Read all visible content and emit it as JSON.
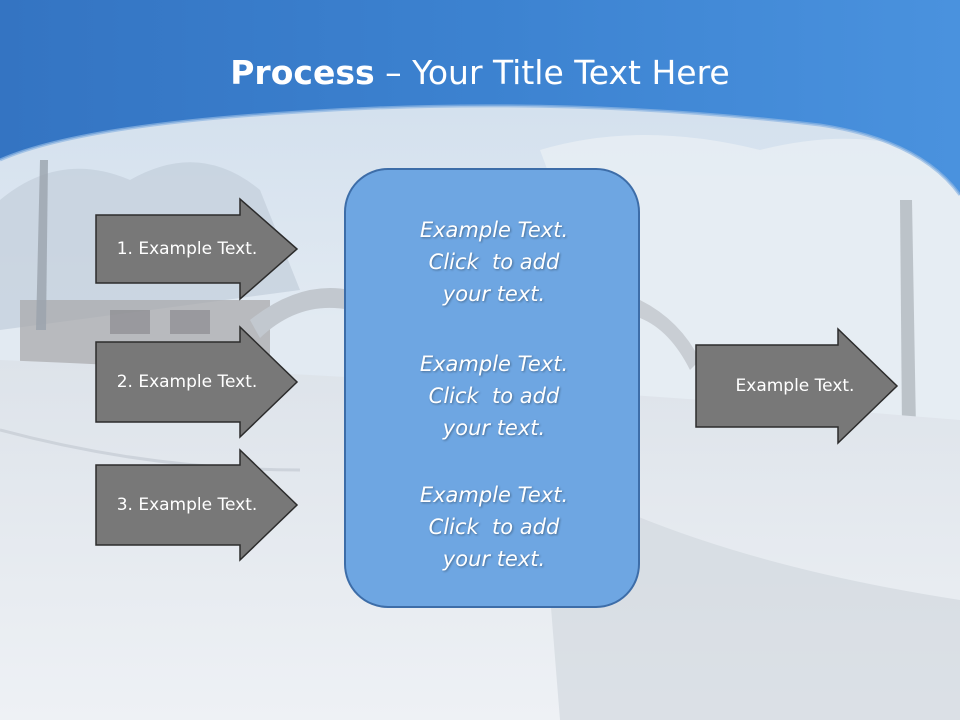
{
  "slide": {
    "title_bold": "Process",
    "title_rest": " – Your Title Text Here",
    "left_arrows": [
      {
        "label": "1. Example Text."
      },
      {
        "label": "2. Example Text."
      },
      {
        "label": "3. Example Text."
      }
    ],
    "right_arrow": {
      "label": "Example Text."
    },
    "center_blocks": [
      {
        "line1": "Example Text.",
        "line2": "Click  to add",
        "line3": "your text."
      },
      {
        "line1": "Example Text.",
        "line2": "Click  to add",
        "line3": "your text."
      },
      {
        "line1": "Example Text.",
        "line2": "Click  to add",
        "line3": "your text."
      }
    ]
  },
  "colors": {
    "header_blue": "#3a80cf",
    "arrow_fill": "#787878",
    "box_fill": "#6ea6e2",
    "box_border": "#3d6da8"
  }
}
